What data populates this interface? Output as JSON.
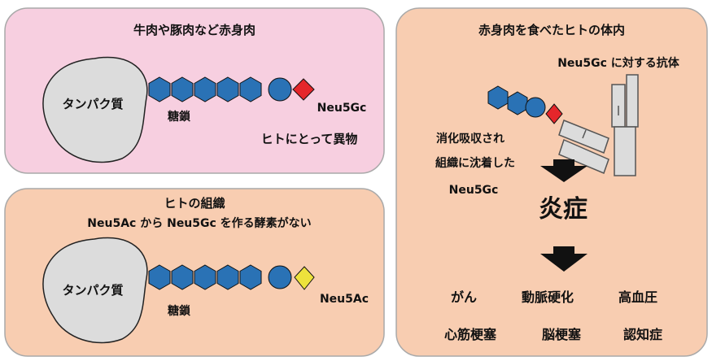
{
  "panel_red_meat": {
    "title": "牛肉や豚肉など赤身肉",
    "protein_label": "タンパク質",
    "sugar_chain_label": "糖鎖",
    "terminal_sugar_label": "Neu5Gc",
    "foreign_note": "ヒトにとって異物"
  },
  "panel_human_tissue": {
    "title": "ヒトの組織",
    "subtitle": "Neu5Ac から Neu5Gc を作る酵素がない",
    "protein_label": "タンパク質",
    "sugar_chain_label": "糖鎖",
    "terminal_sugar_label": "Neu5Ac"
  },
  "panel_body": {
    "title": "赤身肉を食べたヒトの体内",
    "antibody_label": "Neu5Gc に対する抗体",
    "absorbed_line1": "消化吸収され",
    "absorbed_line2": "組織に沈着した",
    "absorbed_line3": "Neu5Gc",
    "inflammation_label": "炎症",
    "diseases": [
      "がん",
      "動脈硬化",
      "高血圧",
      "心筋梗塞",
      "脳梗塞",
      "認知症"
    ]
  },
  "colors": {
    "panel_pink": "#f7cfe0",
    "panel_peach": "#f8cdb1",
    "panel_stroke": "#a9a9a9",
    "sugar_blue": "#2a72b5",
    "neu5gc_red": "#e5262b",
    "neu5ac_yellow": "#ede23c",
    "protein_gray": "#dcdcdc"
  }
}
